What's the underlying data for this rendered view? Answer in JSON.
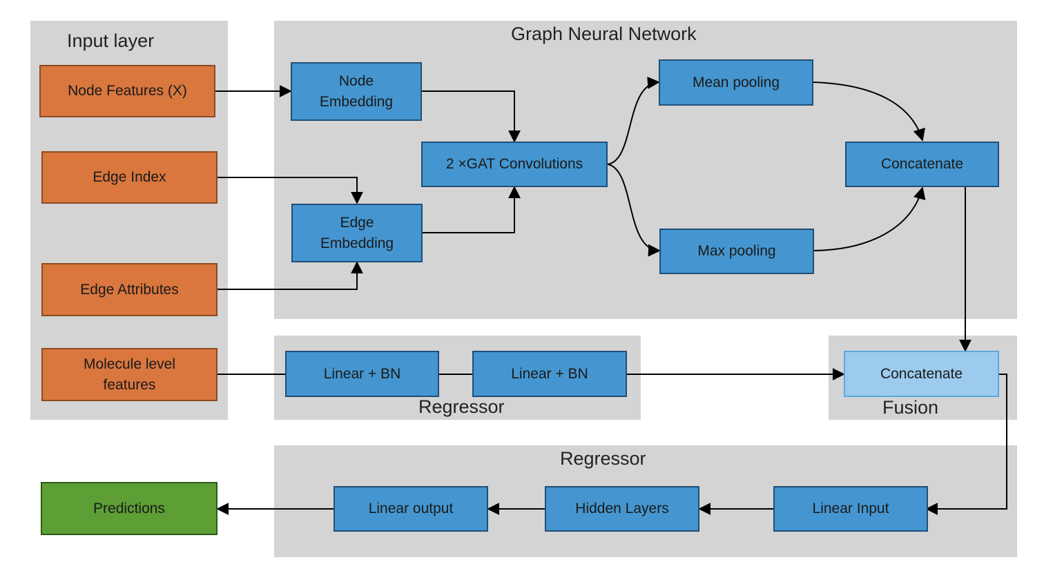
{
  "panels": {
    "input_layer": "Input layer",
    "gnn": "Graph Neural Network",
    "regressor_mid": "Regressor",
    "fusion": "Fusion",
    "regressor_bottom": "Regressor"
  },
  "inputs": {
    "node_features": "Node Features (X)",
    "edge_index": "Edge Index",
    "edge_attributes": "Edge Attributes",
    "molecule_features": "Molecule level\nfeatures"
  },
  "gnn": {
    "node_embedding": "Node\nEmbedding",
    "edge_embedding": "Edge\nEmbedding",
    "gat": "2 ×GAT Convolutions",
    "mean_pooling": "Mean pooling",
    "max_pooling": "Max pooling",
    "concatenate": "Concatenate"
  },
  "mol_regressor": {
    "linear_bn_1": "Linear + BN",
    "linear_bn_2": "Linear + BN"
  },
  "fusion": {
    "concatenate": "Concatenate"
  },
  "regressor": {
    "linear_input": "Linear Input",
    "hidden_layers": "Hidden Layers",
    "linear_output": "Linear output"
  },
  "output": {
    "predictions": "Predictions"
  },
  "colors": {
    "input_box": "#d9773f",
    "process_box": "#4596d0",
    "fusion_box": "#9ccbee",
    "output_box": "#5d9e35",
    "panel": "#d4d4d4"
  }
}
